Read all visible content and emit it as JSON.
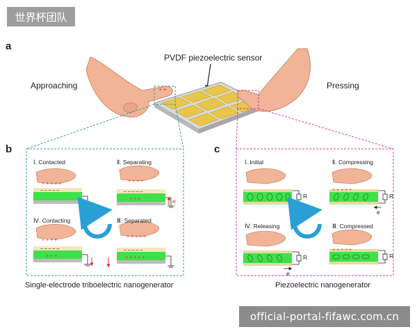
{
  "watermarks": {
    "top": "世界杯团队",
    "bottom": "official-portal-fifawc.com.cn"
  },
  "panel_a": {
    "letter": "a",
    "sensor_label": "PVDF piezoelectric sensor",
    "left_label": "Approaching",
    "right_label": "Pressing"
  },
  "panel_b": {
    "letter": "b",
    "caption": "Single-electrode triboelectric nanogenerator",
    "steps": [
      {
        "label": "Ⅰ. Contacted"
      },
      {
        "label": "Ⅱ. Separating"
      },
      {
        "label": "Ⅳ. Contacting"
      },
      {
        "label": "Ⅲ. Separated"
      }
    ],
    "electron": "e"
  },
  "panel_c": {
    "letter": "c",
    "caption": "Piezoelectric nanogenerator",
    "steps": [
      {
        "label": "Ⅰ. Initial"
      },
      {
        "label": "Ⅱ. Compressing"
      },
      {
        "label": "Ⅳ. Releasing"
      },
      {
        "label": "Ⅲ. Compressed"
      }
    ],
    "resistor": "R",
    "electron": "e"
  },
  "colors": {
    "teal_dash": "#3a9a9a",
    "magenta_dash": "#d43f9b",
    "green_layer": "#3fe04a",
    "skin": "#f2b497",
    "gold": "#e8c64a",
    "cycle_arrow": "#2a9fd6"
  }
}
